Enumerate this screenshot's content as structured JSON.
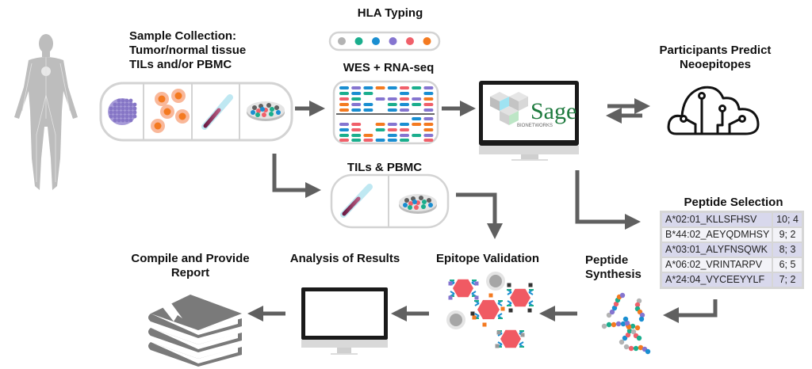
{
  "colors": {
    "arrow": "#606060",
    "box_outline": "#d3d3d3",
    "body_silhouette": "#bdbdbd",
    "tumor": "#8e80c8",
    "cell_outer": "#f9b89a",
    "cell_inner": "#f47a20",
    "hla_dots": [
      "#b3b3b3",
      "#1aae8d",
      "#1a8ed1",
      "#8575d0",
      "#f0606a",
      "#f47a20"
    ],
    "sage_green": "#1e7a3e",
    "epitope_red": "#f05a63",
    "table_odd": "#d8d8ec",
    "table_even": "#f3f3f8"
  },
  "steps": {
    "sample_collection": [
      "Sample Collection:",
      "Tumor/normal tissue",
      "TILs and/or PBMC"
    ],
    "hla_typing": "HLA Typing",
    "wes_rnaseq": "WES + RNA-seq",
    "participants": [
      "Participants Predict",
      "Neoepitopes"
    ],
    "tils_pbmc": "TILs & PBMC",
    "peptide_selection": "Peptide Selection",
    "peptide_synthesis": [
      "Peptide",
      "Synthesis"
    ],
    "epitope_validation": "Epitope Validation",
    "analysis": "Analysis of Results",
    "report": [
      "Compile and Provide",
      "Report"
    ]
  },
  "sage_logo": {
    "name": "Sage",
    "sub": "BIONETWORKS"
  },
  "peptides": [
    {
      "id": "A*02:01_KLLSFHSV",
      "value": "10; 4"
    },
    {
      "id": "B*44:02_AEYQDMHSY",
      "value": "9; 2"
    },
    {
      "id": "A*03:01_ALYFNSQWK",
      "value": "8; 3"
    },
    {
      "id": "A*06:02_VRINTARPV",
      "value": "6; 5"
    },
    {
      "id": "A*24:04_VYCEEYYLF",
      "value": "7; 2"
    }
  ]
}
